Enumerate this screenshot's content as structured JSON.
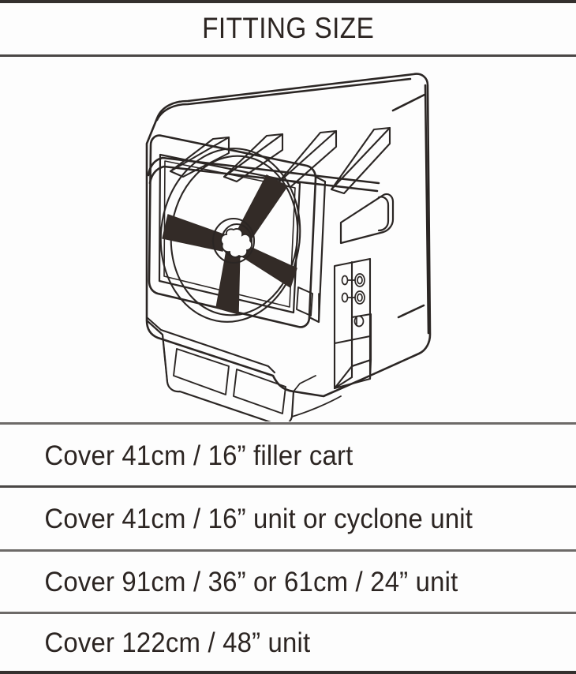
{
  "header": {
    "title": "FITTING SIZE"
  },
  "colors": {
    "page_background": "#fdfdfd",
    "text": "#2c2522",
    "rule": "#6d6a68",
    "border": "#34302e",
    "line_art_stroke": "#2b2624",
    "fan_blade_fill": "#332b27"
  },
  "illustration": {
    "name": "fan-cover-unit-line-drawing",
    "alt": "Line drawing of a covered industrial drum fan unit shown in three-quarter view with louvered top vents, square fan grille with four blades, side control panel with two bolts, and a two-slot base",
    "parts": [
      "louver-vents",
      "fan-grille-frame",
      "fan-blades",
      "fan-hub",
      "side-handle-recess",
      "control-panel",
      "control-panel-bolt-upper",
      "control-panel-bolt-lower",
      "chute",
      "side-screw",
      "base-slot-left",
      "base-slot-right"
    ]
  },
  "spec_rows": [
    {
      "label": "Cover 41cm / 16” filler cart"
    },
    {
      "label": "Cover 41cm / 16” unit or cyclone unit"
    },
    {
      "label": "Cover 91cm / 36” or 61cm / 24” unit"
    },
    {
      "label": "Cover 122cm / 48” unit"
    }
  ]
}
